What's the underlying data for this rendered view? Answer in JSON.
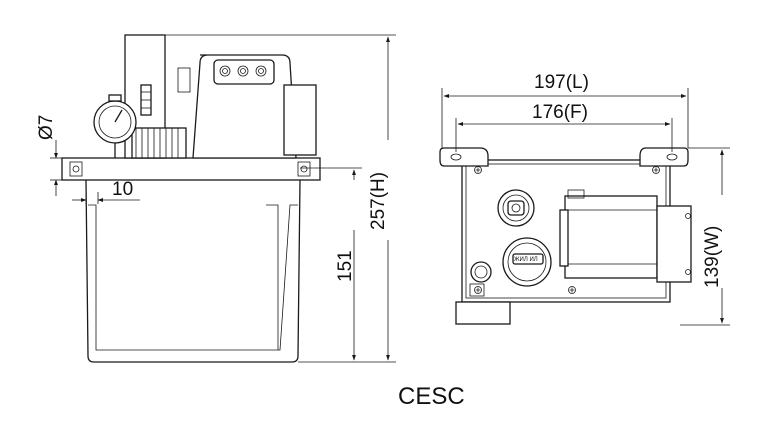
{
  "caption": "CESC",
  "front_view": {
    "dim_diameter": "Ø7",
    "dim_offset": "10",
    "dim_level": "151",
    "dim_height": "257(H)"
  },
  "top_view": {
    "dim_length": "197(L)",
    "dim_fixing": "176(F)",
    "dim_width": "139(W)",
    "filter_label": "ЖИЛ ИЛ"
  }
}
